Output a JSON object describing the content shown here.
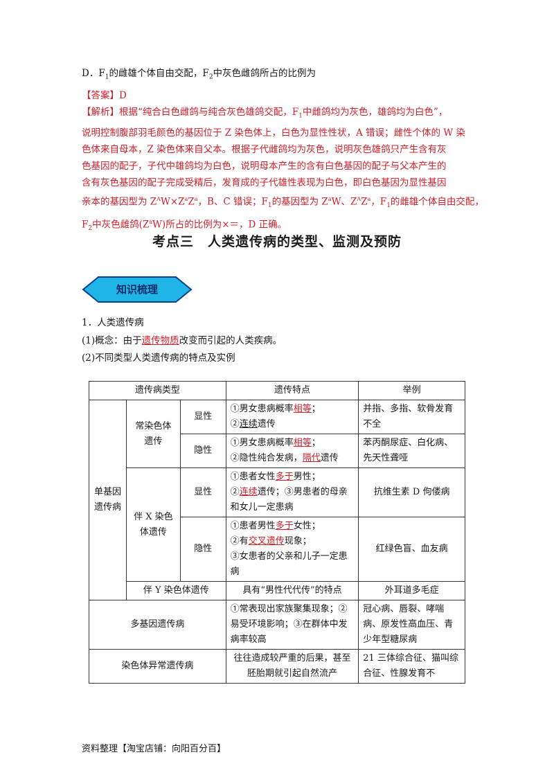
{
  "option_d": {
    "prefix": "D．F",
    "sub1": "1",
    "mid": "的雌雄个体自由交配，F",
    "sub2": "2",
    "suffix": "中灰色雌鸽所占的比例为"
  },
  "answer": {
    "label": "【答案】D"
  },
  "analysis": {
    "l1a": "【解析】根据“纯合白色雌鸽与纯合灰色雄鸽交配，F",
    "l1s": "1",
    "l1b": "中雌鸽均为灰色，雄鸽均为白色”，",
    "l2": "说明控制腹部羽毛颜色的基因位于 Z 染色体上，白色为显性性状，A 错误；雌性个体的 W 染",
    "l3": "色体来自母本，Z 染色体来自父本。根据子代雌鸽均为灰色，说明灰色雄鸽只产生含有灰",
    "l4": "色基因的配子，子代中雄鸽均为白色，说明母本产生的含有白色基因的配子与父本产生的",
    "l5": "含有灰色基因的配子完成受精后，发育成的子代雄性表现为白色，即白色基因为显性基因",
    "l6a": "亲本的基因型为 Z",
    "l6s1": "A",
    "l6b": "W×Z",
    "l6s2": "a",
    "l6c": "Z",
    "l6s3": "a",
    "l6d": "，B、C 错误；F",
    "l6s4": "1",
    "l6e": "的基因型为 Z",
    "l6s5": "a",
    "l6f": "W、Z",
    "l6s6": "A",
    "l6g": "Z",
    "l6s7": "a",
    "l6h": "，F",
    "l6s8": "1",
    "l6i": "的雌雄个体自由交配，",
    "l7a": "F",
    "l7s1": "2",
    "l7b": "中灰色雌鸽(Z",
    "l7s2": "a",
    "l7c": "W)所占的比例为×＝，D 正确。"
  },
  "section_title": "考点三　人类遗传病的类型、监测及预防",
  "badge": {
    "text": "知识梳理",
    "fill": "#1fb5e6",
    "stroke": "#0a3f8a"
  },
  "intro": {
    "item1": "1．人类遗传病",
    "item2_pre": "(1)概念：由于",
    "item2_term": "遗传物质",
    "item2_post": "改变而引起的人类疾病。",
    "item3": "(2)不同类型人类遗传病的特点及实例"
  },
  "table": {
    "headers": [
      "遗传病类型",
      "遗传特点",
      "举例"
    ],
    "single_gene": "单基因遗传病",
    "autosomal": "常染色体遗传",
    "x_linked": "伴 X 染色体遗传",
    "dominant": "显性",
    "recessive": "隐性",
    "ad_1a": "①男女患病概率",
    "ad_1b": "相等",
    "ad_1c": "；",
    "ad_2a": "②",
    "ad_2b": "连续",
    "ad_2c": "遗传",
    "ad_ex": "并指、多指、软骨发育不全",
    "ar_1a": "①男女患病概率",
    "ar_1b": "相等",
    "ar_1c": "；",
    "ar_2a": "②隐性纯合发病，",
    "ar_2b": "隔代",
    "ar_2c": "遗传",
    "ar_ex": "苯丙酮尿症、白化病、先天性聋哑",
    "xd_1a": "①患者女性",
    "xd_1b": "多于",
    "xd_1c": "男性；",
    "xd_2a": "②",
    "xd_2b": "连续",
    "xd_2c": "遗传；③男患者的母亲和女儿一定患病",
    "xd_ex": "抗维生素 D 佝偻病",
    "xr_1a": "①患者男性",
    "xr_1b": "多于",
    "xr_1c": "女性；",
    "xr_2a": "②有",
    "xr_2b": "交叉遗传",
    "xr_2c": "现象；",
    "xr_3": "③女患者的父亲和儿子一定患病",
    "xr_ex": "红绿色盲、血友病",
    "y_type": "伴 Y 染色体遗传",
    "y_feat": "具有“男性代代传”的特点",
    "y_ex": "外耳道多毛症",
    "multi_type": "多基因遗传病",
    "multi_feat": "①常表现出家族聚集现象；②易受环境影响；③在群体中发病率较高",
    "multi_ex": "冠心病、唇裂、哮喘病、原发性高血压、青少年型糖尿病",
    "chrom_type": "染色体异常遗传病",
    "chrom_feat": "往往造成较严重的后果，甚至胚胎期就引起自然流产",
    "chrom_ex": "21 三体综合征、猫叫综合征、性腺发育不"
  },
  "footer": "资料整理【淘宝店铺：向阳百分百】"
}
